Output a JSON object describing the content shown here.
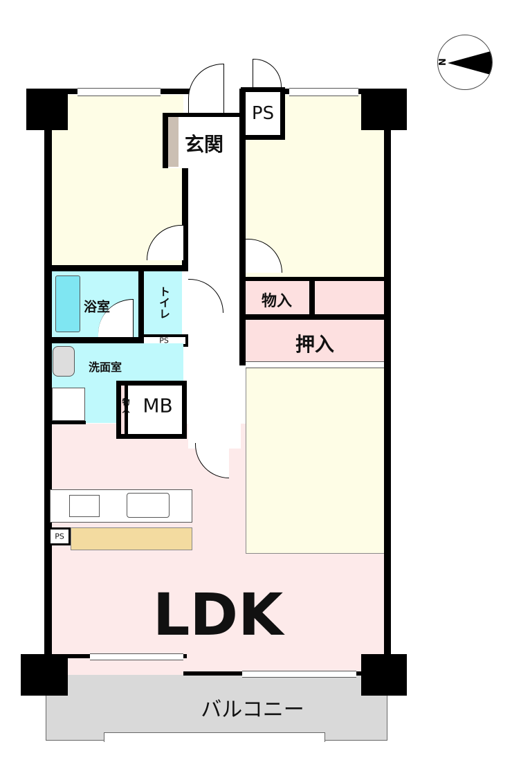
{
  "rooms": {
    "genkan": "玄関",
    "ps_top": "PS",
    "storage_small": "物入",
    "oshiire": "押入",
    "bath": "浴室",
    "toilet": "トイレ",
    "ps_toilet": "PS",
    "washroom": "洗面室",
    "storage_mb": "物入",
    "mb": "MB",
    "ps_kitchen": "PS",
    "ldk": "LDK",
    "balcony": "バルコニー"
  },
  "compass": {
    "label": "N"
  },
  "colors": {
    "room": "#fefde6",
    "wet": "#bff9fc",
    "storage": "#fde0e0",
    "ldk": "#fdeaea",
    "balcony": "#d9d9d9",
    "counter": "#f3dba0"
  }
}
